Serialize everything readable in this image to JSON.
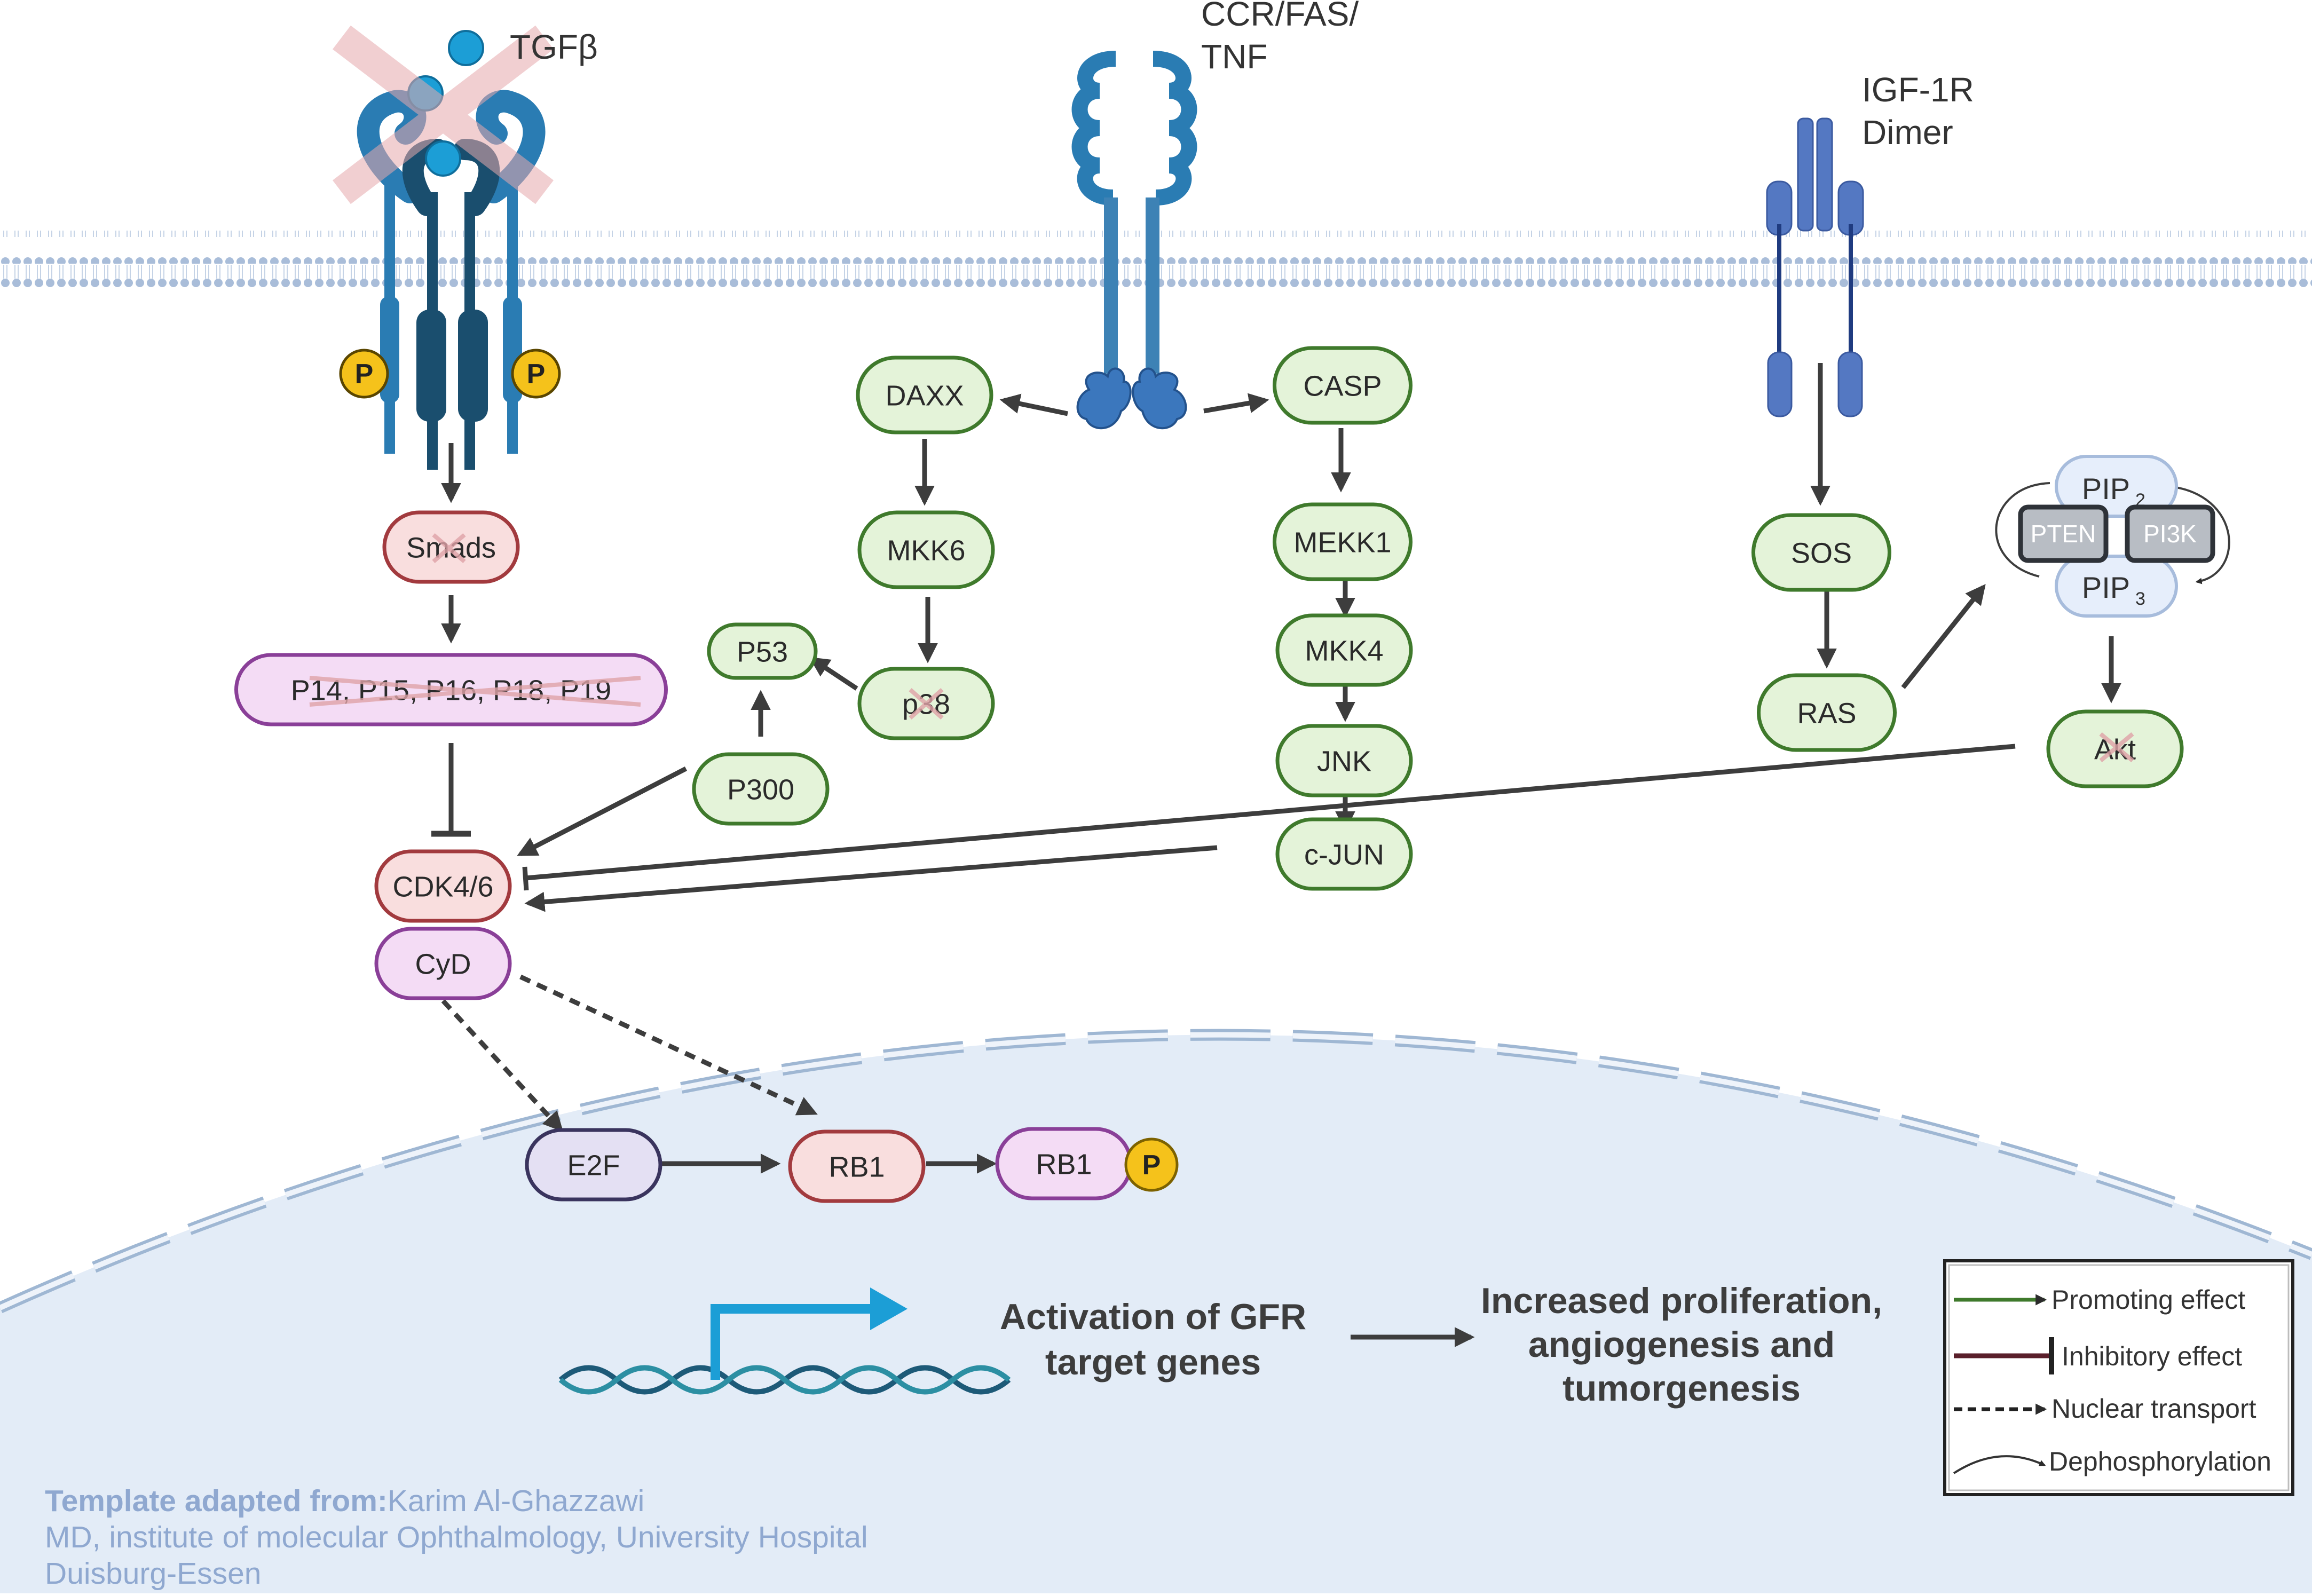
{
  "receptors": {
    "tgfb": "TGFβ",
    "ccr_line1": "CCR/FAS/",
    "ccr_line2": "TNF",
    "igf_line1": "IGF-1R",
    "igf_line2": "Dimer",
    "phospho": "P"
  },
  "nodes": {
    "smads": "Smads",
    "inhibitors": "P14, P15, P16, P18, P19",
    "cdk": "CDK4/6",
    "cyd": "CyD",
    "daxx": "DAXX",
    "mkk6": "MKK6",
    "p38": "p38",
    "p53": "P53",
    "p300": "P300",
    "casp": "CASP",
    "mekk1": "MEKK1",
    "mkk4": "MKK4",
    "jnk": "JNK",
    "cjun": "c-JUN",
    "sos": "SOS",
    "ras": "RAS",
    "pip2": "PIP",
    "pip2_sub": "2",
    "pip3": "PIP",
    "pip3_sub": "3",
    "pten": "PTEN",
    "pi3k": "PI3K",
    "akt": "Akt",
    "e2f": "E2F",
    "rb1": "RB1",
    "rb1p": "RB1"
  },
  "nucleus": {
    "activation_line1": "Activation of GFR",
    "activation_line2": "target genes",
    "outcome_line1": "Increased proliferation,",
    "outcome_line2": "angiogenesis and",
    "outcome_line3": "tumorgenesis"
  },
  "legend": {
    "promoting": "Promoting effect",
    "inhibitory": "Inhibitory effect",
    "nuclear": "Nuclear transport",
    "dephos": "Dephosphorylation"
  },
  "credit": {
    "label": "Template adapted from:",
    "line1": "Karim Al-Ghazzawi",
    "line2": "MD, institute of molecular Ophthalmology, University Hospital",
    "line3": "Duisburg-Essen"
  },
  "colors": {
    "green_fill": "#e4f3d9",
    "green_stroke": "#3f7a2c",
    "red_fill": "#f9dede",
    "red_stroke": "#a23a3e",
    "purple_fill": "#f4dcf5",
    "purple_stroke": "#8a3f98",
    "receptor_blue": "#2a7cb3",
    "igf_blue": "#5478c2",
    "membrane": "#a9bdd9",
    "nucleus_fill": "#e3ecf7",
    "phospho_yellow": "#f5c21b",
    "arrow": "#3d3d3d"
  }
}
